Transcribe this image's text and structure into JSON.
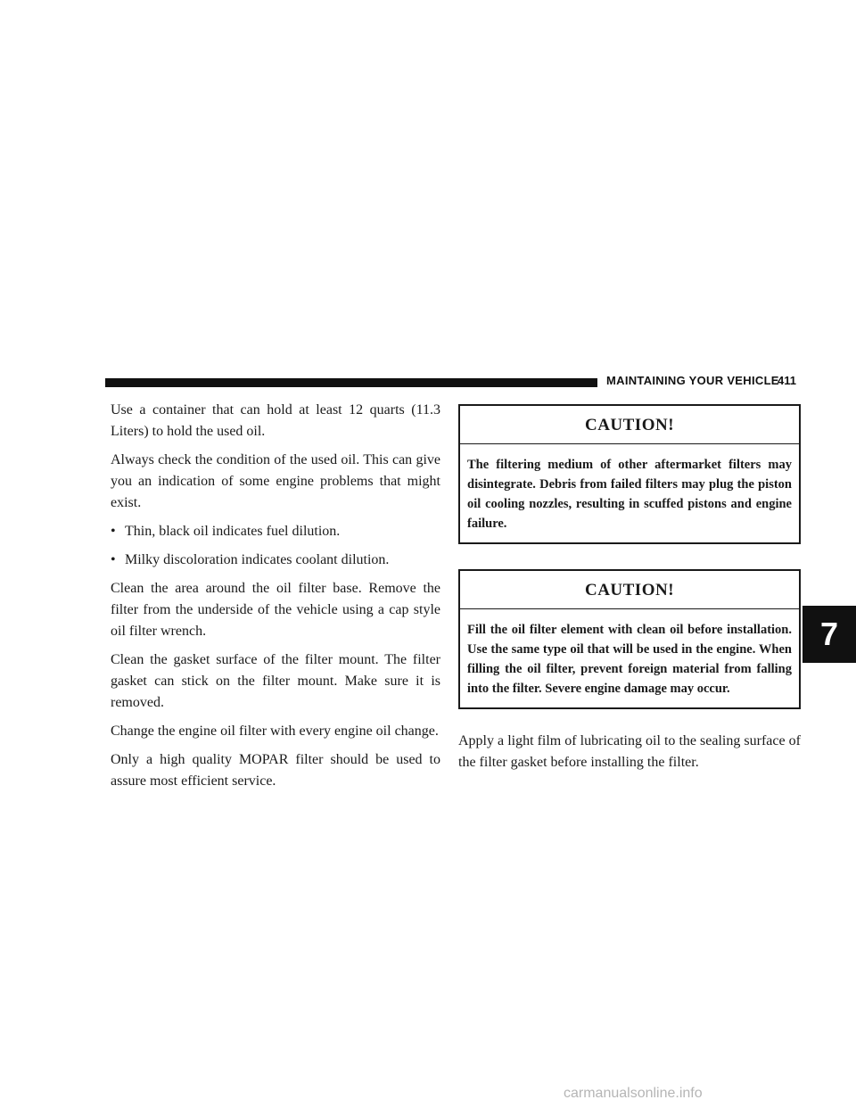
{
  "header": {
    "title": "MAINTAINING YOUR VEHICLE",
    "page_number": "411"
  },
  "left_column": {
    "p1": "Use a container that can hold at least 12 quarts (11.3 Liters) to hold the used oil.",
    "p2": "Always check the condition of the used oil. This can give you an indication of some engine problems that might exist.",
    "bullets": [
      "Thin, black oil indicates fuel dilution.",
      "Milky discoloration indicates coolant dilution."
    ],
    "p3": "Clean the area around the oil filter base. Remove the filter from the underside of the vehicle using a cap style oil filter wrench.",
    "p4": "Clean the gasket surface of the filter mount. The filter gasket can stick on the filter mount. Make sure it is removed.",
    "p5": "Change the engine oil filter with every engine oil change.",
    "p6": "Only a high quality MOPAR filter should be used to assure most efficient service."
  },
  "right_column": {
    "caution1": {
      "title": "CAUTION!",
      "body": "The filtering medium of other aftermarket filters may disintegrate. Debris from failed filters may plug the piston oil cooling nozzles, resulting in scuffed pistons and engine failure."
    },
    "caution2": {
      "title": "CAUTION!",
      "body": "Fill the oil filter element with clean oil before installation. Use the same type oil that will be used in the engine. When filling the oil filter, prevent foreign material from falling into the filter. Severe engine damage may occur."
    },
    "p1": "Apply a light film of lubricating oil to the sealing surface of the filter gasket before installing the filter."
  },
  "chapter_tab": "7",
  "watermark": "carmanualsonline.info",
  "bullet_glyph": "•"
}
